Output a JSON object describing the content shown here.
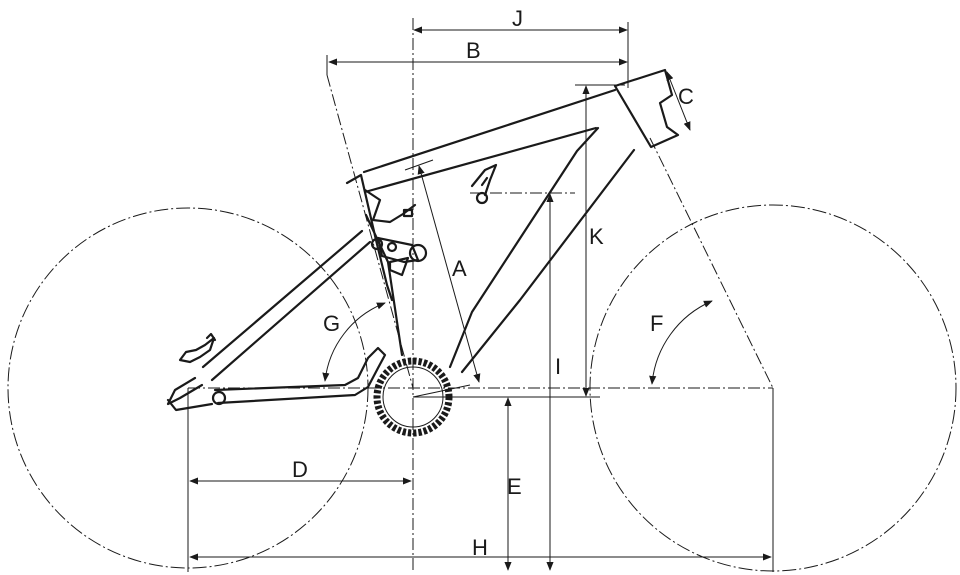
{
  "diagram": {
    "labels": {
      "A": "A",
      "B": "B",
      "C": "C",
      "D": "D",
      "E": "E",
      "F": "F",
      "G": "G",
      "H": "H",
      "I": "I",
      "J": "J",
      "K": "K"
    }
  }
}
